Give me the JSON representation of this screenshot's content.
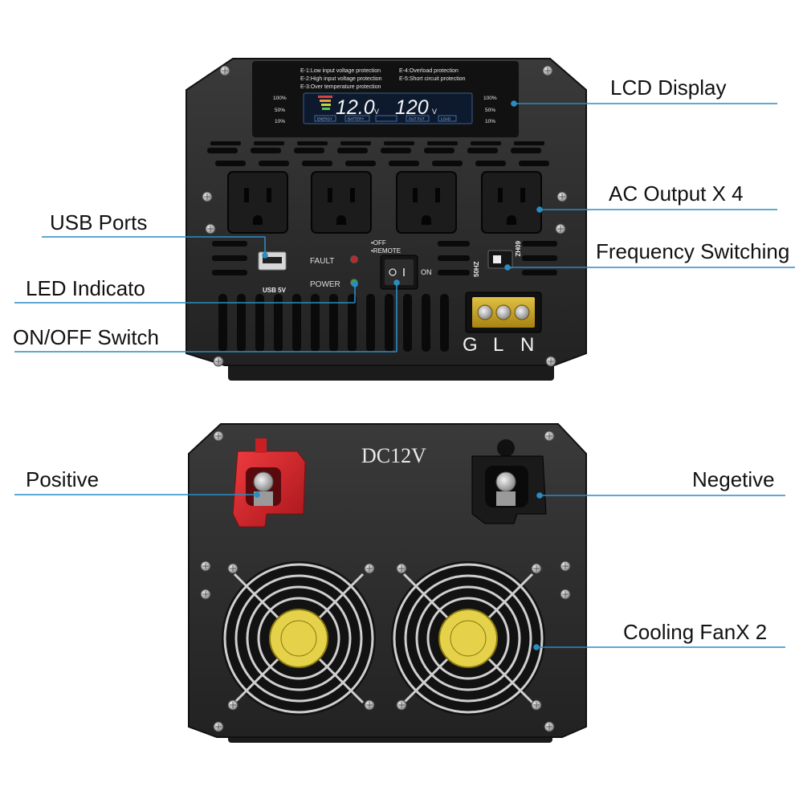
{
  "labels": {
    "lcd_display": "LCD Display",
    "ac_output": "AC Output X 4",
    "usb_ports": "USB Ports",
    "frequency_switching": "Frequency Switching",
    "led_indicator": "LED Indicato",
    "on_off_switch": "ON/OFF Switch",
    "positive": "Positive",
    "negative": "Negetive",
    "cooling_fan": "Cooling FanX 2"
  },
  "device": {
    "error_codes": [
      "E-1:Low input voltage protection",
      "E-2:High input voltage protection",
      "E-3:Over temperature protection",
      "E-4:Overload protection",
      "E-5:Short circuit protection"
    ],
    "percent_marks": [
      "100%",
      "50%",
      "10%"
    ],
    "input_voltage": "12.0",
    "output_voltage": "120",
    "voltage_unit": "V",
    "lcd_tags": [
      "ENERGY",
      "BATTERY",
      "",
      "OUT PUT",
      "LOAD"
    ],
    "fault_label": "FAULT",
    "power_label": "POWER",
    "usb_label": "USB 5V",
    "switch_off_label": "•OFF",
    "switch_remote_label": "•REMOTE",
    "switch_on_label": "ON",
    "freq_50": "50HZ",
    "freq_60": "60HZ",
    "terminal_labels": [
      "G",
      "L",
      "N"
    ],
    "dc_label": "DC12V"
  },
  "colors": {
    "callout_line": "#2b8cc4",
    "panel": "#2b2b2b",
    "positive_terminal": "#d7262b",
    "negative_terminal": "#1a1a1a",
    "fan_hub": "#e6d24a",
    "fault_led": "#c0272d",
    "power_led": "#3aa845"
  }
}
